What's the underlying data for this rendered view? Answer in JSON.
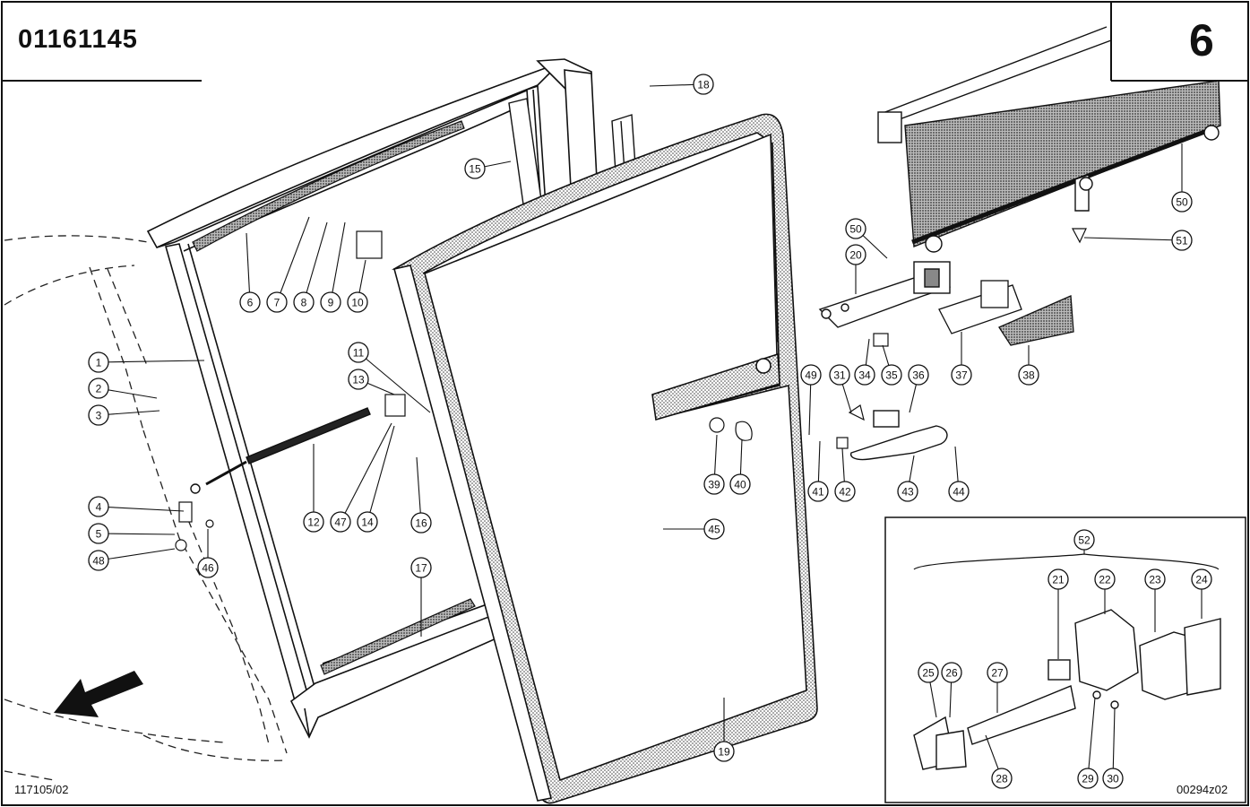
{
  "header": {
    "part_number": "01161145",
    "page_number": "6"
  },
  "footer": {
    "drawing_ref_left": "117105/02",
    "drawing_ref_right": "00294z02"
  },
  "callouts": [
    "1",
    "2",
    "3",
    "4",
    "5",
    "6",
    "7",
    "8",
    "9",
    "10",
    "11",
    "12",
    "13",
    "14",
    "15",
    "16",
    "17",
    "18",
    "19",
    "20",
    "21",
    "22",
    "23",
    "24",
    "25",
    "26",
    "27",
    "28",
    "29",
    "30",
    "31",
    "34",
    "35",
    "36",
    "37",
    "38",
    "39",
    "40",
    "41",
    "42",
    "43",
    "44",
    "45",
    "46",
    "47",
    "48",
    "49",
    "50",
    "50",
    "51",
    "52",
    "21"
  ]
}
